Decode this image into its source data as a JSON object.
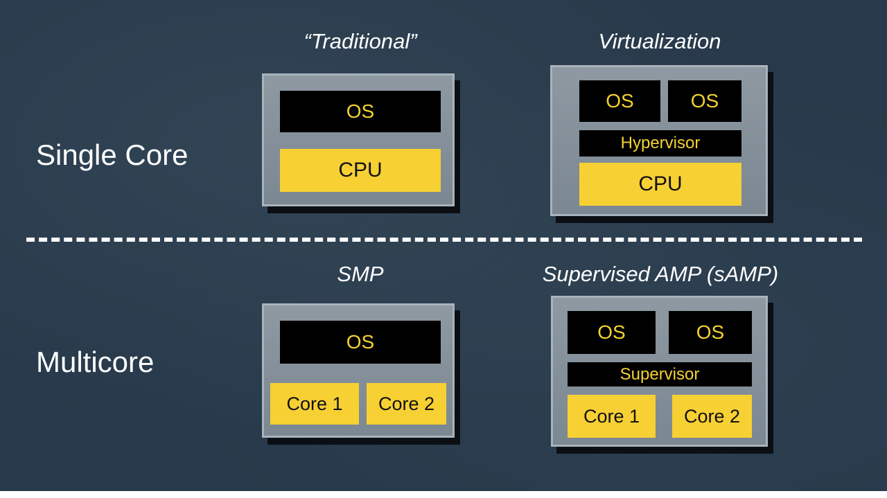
{
  "rows": {
    "single_core": "Single Core",
    "multicore": "Multicore"
  },
  "columns": {
    "traditional": "“Traditional”",
    "virtualization": "Virtualization",
    "smp": "SMP",
    "samp": "Supervised AMP (sAMP)"
  },
  "traditional_panel": {
    "os": "OS",
    "cpu": "CPU"
  },
  "virtualization_panel": {
    "os_1": "OS",
    "os_2": "OS",
    "layer": "Hypervisor",
    "cpu": "CPU"
  },
  "smp_panel": {
    "os": "OS",
    "core_1": "Core 1",
    "core_2": "Core 2"
  },
  "samp_panel": {
    "os_1": "OS",
    "os_2": "OS",
    "layer": "Supervisor",
    "core_1": "Core 1",
    "core_2": "Core 2"
  },
  "colors": {
    "background": "#27394a",
    "panel": "#8794a0",
    "os_block": "#000000",
    "os_text": "#f5d231",
    "hardware_block": "#f7d033",
    "label_text": "#ffffff"
  }
}
